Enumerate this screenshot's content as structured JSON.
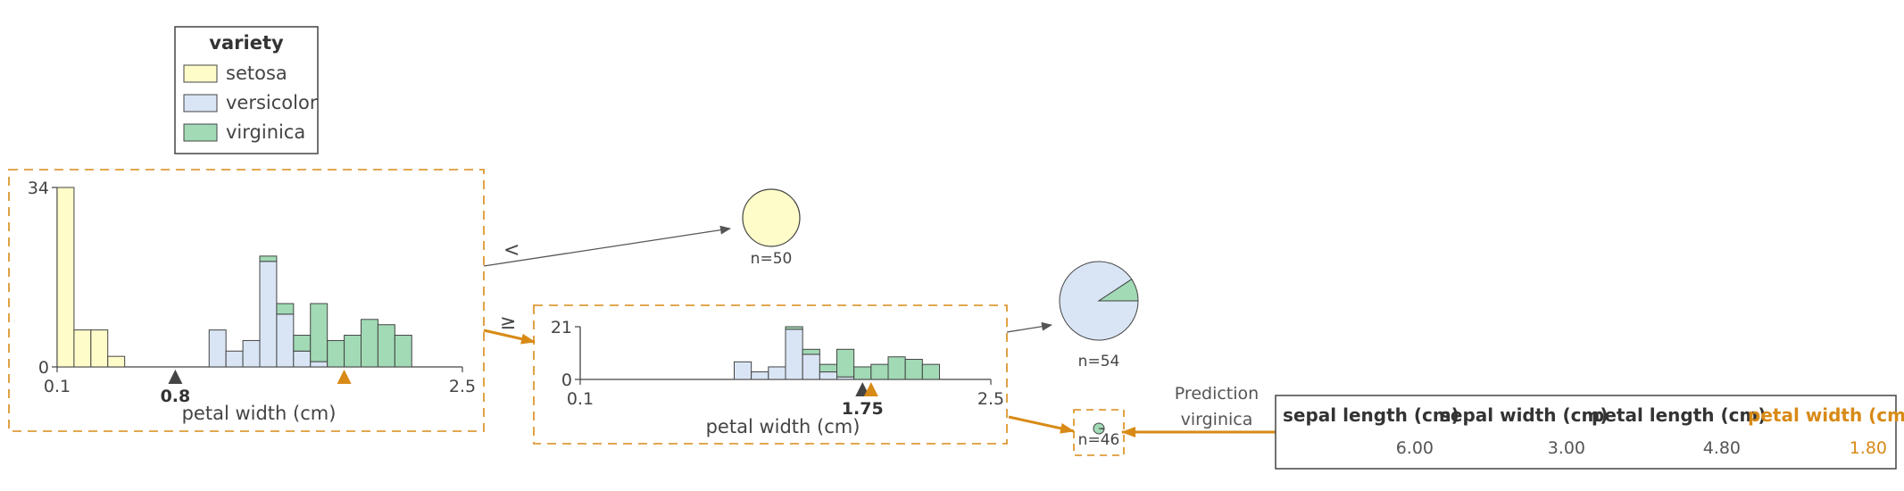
{
  "legend": {
    "title": "variety",
    "items": [
      {
        "label": "setosa",
        "color": "#fefdc9"
      },
      {
        "label": "versicolor",
        "color": "#d9e5f5"
      },
      {
        "label": "virginica",
        "color": "#a1dab5"
      }
    ]
  },
  "colors": {
    "highlight": "#d88a16",
    "marker": "#444444",
    "edge": "#555555"
  },
  "root": {
    "edge_lt": "<",
    "edge_ge": "≥",
    "chart_data": {
      "type": "bar",
      "stacked": true,
      "x": [
        0.1,
        0.2,
        0.3,
        0.4,
        0.5,
        0.6,
        0.7,
        0.8,
        0.9,
        1.0,
        1.1,
        1.2,
        1.3,
        1.4,
        1.5,
        1.6,
        1.7,
        1.8,
        1.9,
        2.0,
        2.1,
        2.2,
        2.3,
        2.4,
        2.5
      ],
      "bin_ranges": [
        [
          0.1,
          0.2
        ],
        [
          0.2,
          0.3
        ],
        [
          0.3,
          0.4
        ],
        [
          0.4,
          0.5
        ],
        [
          0.6,
          0.7
        ],
        [
          1.0,
          1.1
        ],
        [
          1.1,
          1.2
        ],
        [
          1.2,
          1.3
        ],
        [
          1.3,
          1.4
        ],
        [
          1.4,
          1.5
        ],
        [
          1.5,
          1.6
        ],
        [
          1.6,
          1.7
        ],
        [
          1.7,
          1.8
        ],
        [
          1.8,
          1.9
        ],
        [
          1.9,
          2.0
        ],
        [
          2.0,
          2.1
        ],
        [
          2.1,
          2.2
        ],
        [
          2.2,
          2.3
        ],
        [
          2.3,
          2.4
        ],
        [
          2.4,
          2.5
        ]
      ],
      "series": [
        {
          "name": "setosa",
          "values": [
            34,
            7,
            7,
            2,
            0,
            0,
            0,
            0,
            0,
            0,
            0,
            0,
            0,
            0,
            0,
            0,
            0,
            0,
            0,
            0
          ]
        },
        {
          "name": "versicolor",
          "values": [
            0,
            0,
            0,
            0,
            0,
            7,
            3,
            5,
            20,
            10,
            3,
            1,
            0,
            0,
            0,
            0,
            0,
            0,
            0,
            0
          ]
        },
        {
          "name": "virginica",
          "values": [
            0,
            0,
            0,
            0,
            0,
            0,
            0,
            0,
            1,
            2,
            3,
            11,
            5,
            6,
            9,
            8,
            6,
            0,
            0,
            0
          ]
        }
      ],
      "xlabel": "petal width (cm)",
      "xticks": [
        "0.1",
        "2.5"
      ],
      "yticks": [
        "0",
        "34"
      ],
      "xlim": [
        0.1,
        2.5
      ],
      "ylim": [
        0,
        34
      ],
      "threshold": 0.8,
      "threshold_label": "0.8",
      "instance_value": 1.8
    }
  },
  "child": {
    "chart_data": {
      "type": "bar",
      "stacked": true,
      "bin_ranges": [
        [
          0.1,
          0.2
        ],
        [
          0.2,
          0.3
        ],
        [
          0.3,
          0.4
        ],
        [
          0.4,
          0.5
        ],
        [
          0.5,
          0.6
        ],
        [
          0.6,
          0.7
        ],
        [
          0.7,
          0.8
        ],
        [
          0.8,
          0.9
        ],
        [
          0.9,
          1.0
        ],
        [
          1.0,
          1.1
        ],
        [
          1.1,
          1.2
        ],
        [
          1.2,
          1.3
        ],
        [
          1.3,
          1.4
        ],
        [
          1.4,
          1.5
        ],
        [
          1.5,
          1.6
        ],
        [
          1.6,
          1.7
        ],
        [
          1.7,
          1.8
        ],
        [
          1.8,
          1.9
        ],
        [
          1.9,
          2.0
        ],
        [
          2.0,
          2.1
        ],
        [
          2.1,
          2.2
        ],
        [
          2.2,
          2.3
        ],
        [
          2.3,
          2.4
        ],
        [
          2.4,
          2.5
        ]
      ],
      "series": [
        {
          "name": "setosa",
          "values": [
            0,
            0,
            0,
            0,
            0,
            0,
            0,
            0,
            0,
            0,
            0,
            0,
            0,
            0,
            0,
            0,
            0,
            0,
            0,
            0,
            0,
            0,
            0,
            0
          ]
        },
        {
          "name": "versicolor",
          "values": [
            0,
            0,
            0,
            0,
            0,
            0,
            0,
            0,
            0,
            7,
            3,
            5,
            20,
            10,
            3,
            1,
            0,
            0,
            0,
            0,
            0,
            0,
            0,
            0
          ]
        },
        {
          "name": "virginica",
          "values": [
            0,
            0,
            0,
            0,
            0,
            0,
            0,
            0,
            0,
            0,
            0,
            0,
            1,
            2,
            3,
            11,
            5,
            6,
            9,
            8,
            6,
            0,
            0,
            0
          ]
        }
      ],
      "xlabel": "petal width (cm)",
      "xticks": [
        "0.1",
        "2.5"
      ],
      "yticks": [
        "0",
        "21"
      ],
      "xlim": [
        0.1,
        2.5
      ],
      "ylim": [
        0,
        21
      ],
      "threshold": 1.75,
      "threshold_label": "1.75",
      "instance_value": 1.8
    }
  },
  "leaves": [
    {
      "label": "n=50",
      "slices": [
        {
          "class": "setosa",
          "value": 50
        }
      ]
    },
    {
      "label": "n=54",
      "slices": [
        {
          "class": "versicolor",
          "value": 49
        },
        {
          "class": "virginica",
          "value": 5
        }
      ]
    },
    {
      "label": "n=46",
      "slices": [
        {
          "class": "versicolor",
          "value": 1
        },
        {
          "class": "virginica",
          "value": 45
        }
      ]
    }
  ],
  "prediction": {
    "line1": "Prediction",
    "line2": "virginica"
  },
  "instance": {
    "headers": [
      "sepal length (cm)",
      "sepal width (cm)",
      "petal length (cm)",
      "petal width (cm)"
    ],
    "values": [
      "6.00",
      "3.00",
      "4.80",
      "1.80"
    ],
    "highlight_index": 3
  }
}
